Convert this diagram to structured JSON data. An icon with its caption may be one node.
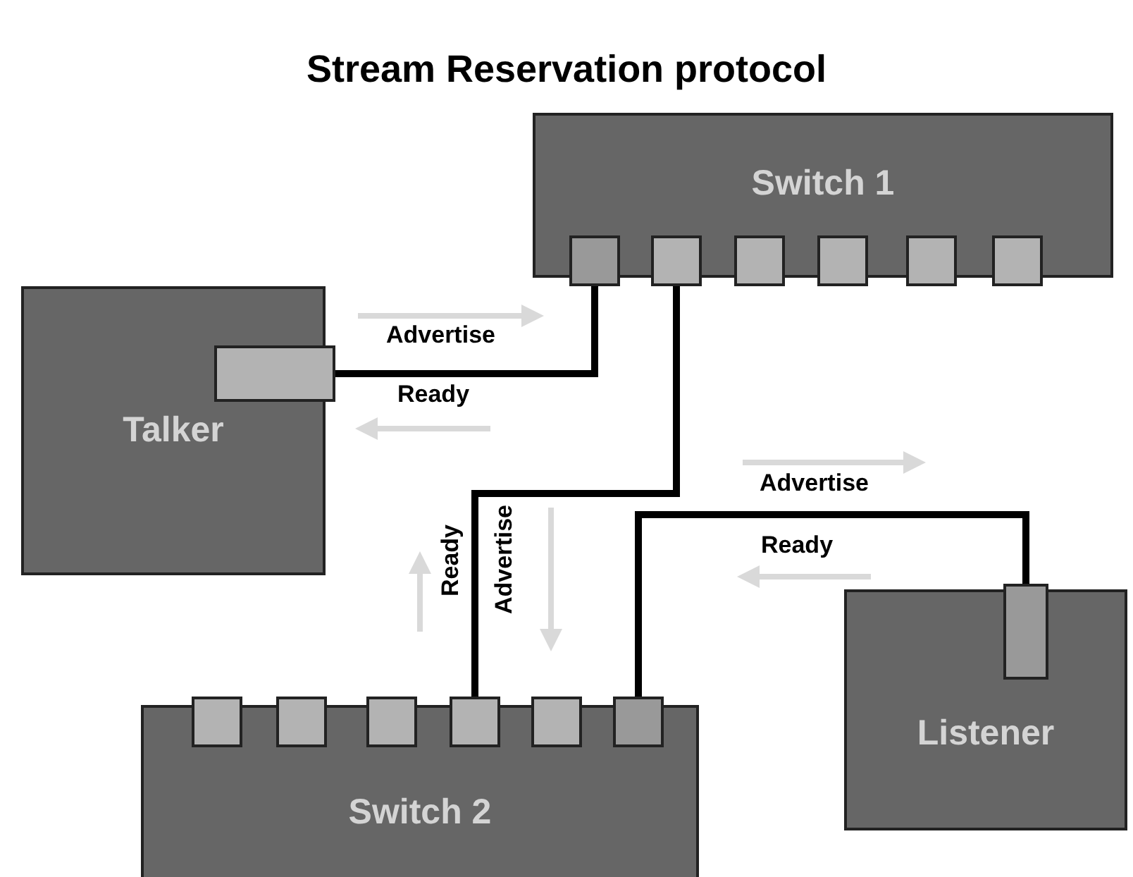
{
  "diagram": {
    "title": "Stream Reservation protocol",
    "nodes": [
      {
        "text": [
          "Switch 1"
        ]
      },
      {
        "text": [],
        "shape": "box"
      },
      {
        "text": [],
        "shape": "box"
      },
      {
        "text": [],
        "shape": "box"
      },
      {
        "text": [],
        "shape": "box"
      },
      {
        "text": [],
        "shape": "box"
      },
      {
        "text": [],
        "shape": "box"
      },
      {
        "text": [
          "Talker"
        ]
      },
      {
        "text": [],
        "shape": "box"
      },
      {
        "text": [
          "Switch 2"
        ]
      },
      {
        "text": [],
        "shape": "box"
      },
      {
        "text": [],
        "shape": "box"
      },
      {
        "text": [],
        "shape": "box"
      },
      {
        "text": [],
        "shape": "box"
      },
      {
        "text": [],
        "shape": "box"
      },
      {
        "text": [],
        "shape": "box"
      },
      {
        "text": [
          "Listener"
        ]
      },
      {
        "text": [],
        "shape": "box",
        "in": 16
      }
    ],
    "edges": [
      {
        "from": 8,
        "to": 1,
        "arrow": "none"
      },
      {
        "from": 2,
        "to": 13,
        "arrow": "none"
      },
      {
        "from": 15,
        "to": 17,
        "arrow": "none"
      }
    ],
    "labels": [
      "Advertise",
      "Ready",
      "Ready",
      "Advertise",
      "Advertise",
      "Ready"
    ]
  }
}
